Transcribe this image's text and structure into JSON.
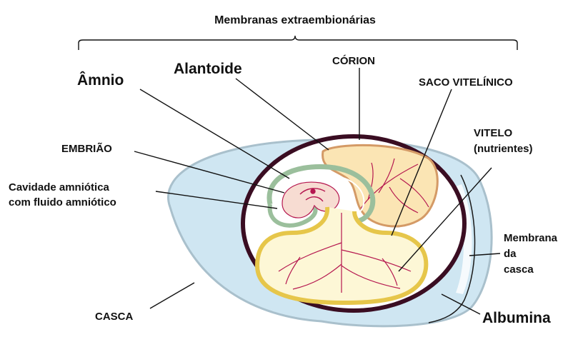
{
  "title": "Membranas extraembionárias",
  "labels": {
    "amnio": "Âmnio",
    "alantoide": "Alantoide",
    "corion": "CÓRION",
    "saco_vitelinico": "SACO VITELÍNICO",
    "embriao": "EMBRIÃO",
    "vitelo_line1": "VITELO",
    "vitelo_line2": "(nutrientes)",
    "cavidade_line1": "Cavidade amniótica",
    "cavidade_line2": "com fluido amniótico",
    "membrana_line1": "Membrana",
    "membrana_line2": "da",
    "membrana_line3": "casca",
    "casca": "CASCA",
    "albumina": "Albumina"
  },
  "colors": {
    "albumin": "#cfe6f2",
    "shell_outline": "#a9c0cc",
    "chorion": "#3a0d22",
    "allantois_fill": "#fbe5b4",
    "allantois_edge": "#d49a66",
    "yolk_fill": "#fdf7d6",
    "yolk_edge": "#e6c64a",
    "amnion_edge": "#9bbf9c",
    "vessels": "#b5174f"
  }
}
